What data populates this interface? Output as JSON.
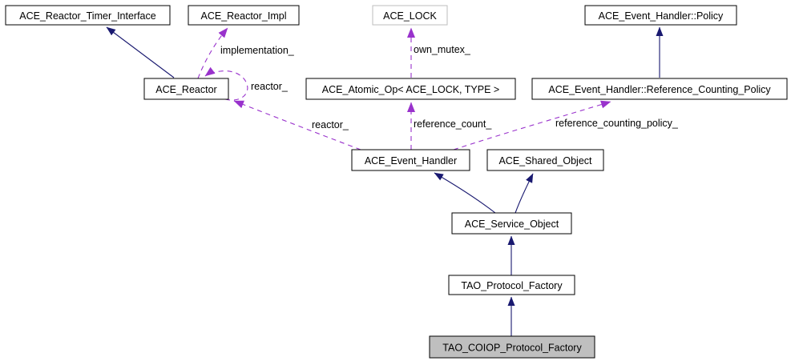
{
  "diagram": {
    "kind": "class-collaboration-graph",
    "background_color": "#ffffff",
    "colors": {
      "inheritance_edge": "#191970",
      "usage_edge": "#9932cc",
      "node_border": "#000000",
      "node_fill": "#ffffff",
      "undocumented_node_border": "#bebebe",
      "focus_node_fill": "#bfbfbf",
      "text": "#000000"
    }
  },
  "nodes": {
    "reactor_timer_interface": {
      "label": "ACE_Reactor_Timer_Interface"
    },
    "reactor_impl": {
      "label": "ACE_Reactor_Impl"
    },
    "lock": {
      "label": "ACE_LOCK"
    },
    "policy": {
      "label": "ACE_Event_Handler::Policy"
    },
    "reactor": {
      "label": "ACE_Reactor"
    },
    "atomic_op": {
      "label": "ACE_Atomic_Op< ACE_LOCK, TYPE >"
    },
    "ref_counting_policy": {
      "label": "ACE_Event_Handler::Reference_Counting_Policy"
    },
    "event_handler": {
      "label": "ACE_Event_Handler"
    },
    "shared_object": {
      "label": "ACE_Shared_Object"
    },
    "service_object": {
      "label": "ACE_Service_Object"
    },
    "protocol_factory": {
      "label": "TAO_Protocol_Factory"
    },
    "coiop_protocol_factory": {
      "label": "TAO_COIOP_Protocol_Factory"
    }
  },
  "edge_labels": {
    "implementation": "implementation_",
    "own_mutex": "own_mutex_",
    "reactor_self": "reactor_",
    "reactor": "reactor_",
    "reference_count": "reference_count_",
    "reference_counting_policy": "reference_counting_policy_"
  }
}
